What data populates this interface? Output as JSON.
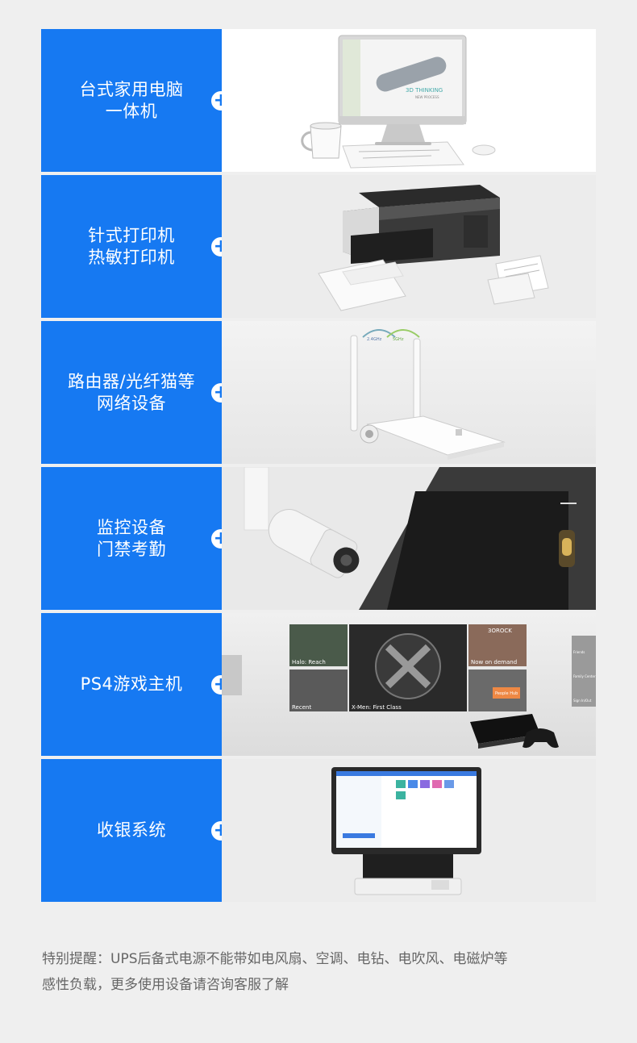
{
  "rows": [
    {
      "lines": [
        "台式家用电脑",
        "一体机"
      ],
      "image": "all-in-one-computer"
    },
    {
      "lines": [
        "针式打印机",
        "热敏打印机"
      ],
      "image": "printer"
    },
    {
      "lines": [
        "路由器/光纤猫等",
        "网络设备"
      ],
      "image": "router"
    },
    {
      "lines": [
        "监控设备",
        "门禁考勤"
      ],
      "image": "camera-and-attendance"
    },
    {
      "lines": [
        "PS4游戏主机"
      ],
      "image": "ps4-console"
    },
    {
      "lines": [
        "收银系统"
      ],
      "image": "pos-terminal"
    }
  ],
  "screens": {
    "monitor_text": "3D THINKING",
    "monitor_sub": "NEW PROCESS",
    "router_band1": "2.4GHz",
    "router_band2": "5GHz",
    "ps4_tiles": [
      "Halo: Reach",
      "Recent",
      "X-Men: First Class",
      "3OROCK",
      "Now on demand",
      "People Hub"
    ],
    "ps4_side": [
      "Friends",
      "Family Center",
      "Sign In/Out"
    ]
  },
  "note": {
    "line1": "特别提醒：UPS后备式电源不能带如电风扇、空调、电钻、电吹风、电磁炉等",
    "line2": "感性负载，更多使用设备请咨询客服了解"
  },
  "colors": {
    "accent": "#1679f2",
    "page_bg": "#efefef"
  },
  "icons": {
    "plus": "plus-icon"
  }
}
